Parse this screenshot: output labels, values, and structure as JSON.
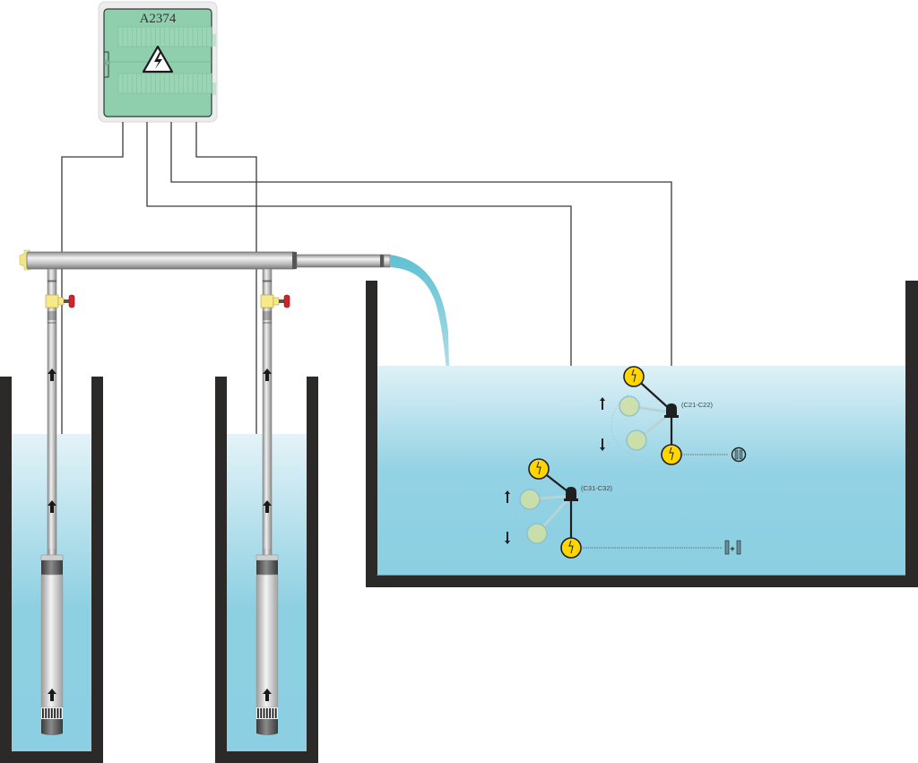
{
  "diagram": {
    "title": "Submersible well pumps with float switch control",
    "control_box": {
      "label": "A2374",
      "warning_symbol": "high-voltage-icon",
      "color": "#8fcfae"
    },
    "wells": [
      {
        "id": "well-1",
        "pump": "submersible-pump",
        "valve": "gate-valve",
        "flow_direction": "up"
      },
      {
        "id": "well-2",
        "pump": "submersible-pump",
        "valve": "gate-valve",
        "flow_direction": "up"
      }
    ],
    "tank": {
      "id": "storage-tank",
      "inflow": "water-stream"
    },
    "float_switches": [
      {
        "id": "float-switch-1",
        "label": "(C21-C22)",
        "function_icon": "pump-alternation-icon"
      },
      {
        "id": "float-switch-2",
        "label": "(C31-C32)",
        "function_icon": "pumps-parallel-icon"
      }
    ],
    "colors": {
      "water_light": "#e4f3f8",
      "water_dark": "#8dd0e2",
      "wall": "#2b2a29",
      "float": "#ffd600",
      "valve_handle": "#d2232a",
      "valve_body": "#f5e98a"
    }
  }
}
